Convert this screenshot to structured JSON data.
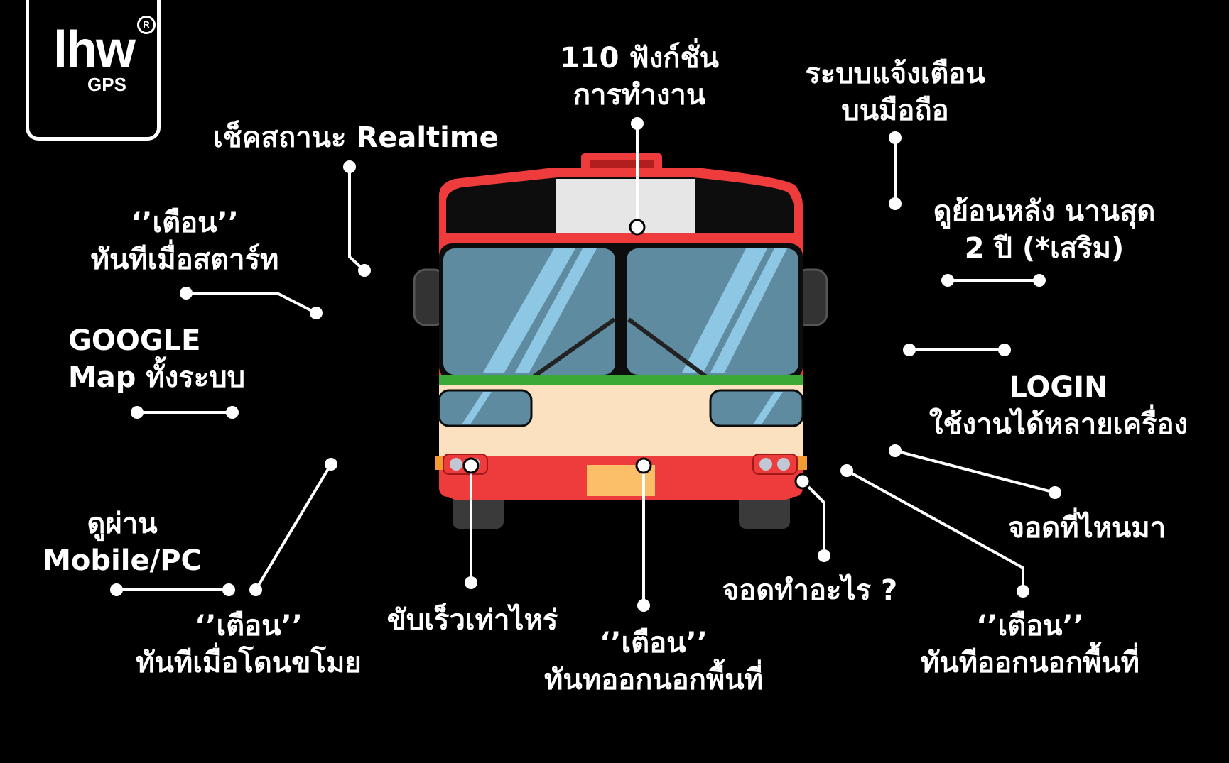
{
  "brand": {
    "logo_text": "lhw",
    "logo_sub": "GPS",
    "registered": "R"
  },
  "features": [
    {
      "id": "functions",
      "text": "110 ฟังก์ชั่น\nการทำงาน"
    },
    {
      "id": "mobile-alert",
      "text": "ระบบแจ้งเตือน\nบนมือถือ"
    },
    {
      "id": "realtime",
      "text": "เช็คสถานะ Realtime"
    },
    {
      "id": "start-alert",
      "text": "‘’เตือน’’\nทันทีเมื่อสตาร์ท"
    },
    {
      "id": "history",
      "text": "ดูย้อนหลัง นานสุด\n2 ปี (*เสริม)"
    },
    {
      "id": "google-map",
      "text": "GOOGLE\nMap ทั้งระบบ"
    },
    {
      "id": "login",
      "text": "LOGIN\nใช้งานได้หลายเครื่อง"
    },
    {
      "id": "parked-where",
      "text": "จอดที่ไหนมา"
    },
    {
      "id": "mobile-pc",
      "text": "ดูผ่าน\nMobile/PC"
    },
    {
      "id": "parked-what",
      "text": "จอดทำอะไร ?"
    },
    {
      "id": "speed",
      "text": "ขับเร็วเท่าไหร่"
    },
    {
      "id": "theft-alert",
      "text": "‘’เตือน’’\nทันทีเมื่อโดนขโมย"
    },
    {
      "id": "zone-alert-center",
      "text": "‘’เตือน’’\nทันทออกนอกพื้นที่"
    },
    {
      "id": "zone-alert-right",
      "text": "‘’เตือน’’\nทันทีออกนอกพื้นที่"
    }
  ],
  "colors": {
    "background": "#000000",
    "bus_red": "#EE3B3B",
    "bus_cream": "#FCE1C0",
    "bus_green": "#3BA936",
    "window_blue": "#5F8BA0",
    "line": "#FFFFFF"
  }
}
